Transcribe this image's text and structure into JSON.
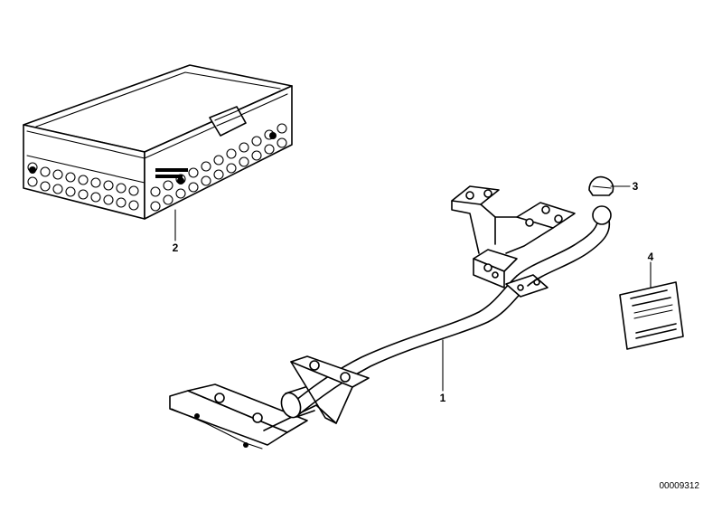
{
  "callouts": {
    "tow_bar": "1",
    "control_unit": "2",
    "ball_cap": "3",
    "label_plate": "4"
  },
  "document_number": "00009312"
}
